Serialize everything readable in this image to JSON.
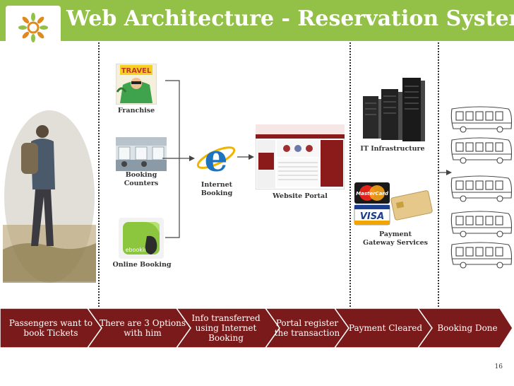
{
  "header": {
    "title": "Web Architecture - Reservation System"
  },
  "labels": {
    "franchise": "Franchise",
    "booking_counters": "Booking\nCounters",
    "online_booking": "Online Booking",
    "internet_booking": "Internet\nBooking",
    "website_portal": "Website Portal",
    "it_infrastructure": "IT Infrastructure",
    "payment_gateway": "Payment\nGateway Services",
    "travel_sign": "TRAVEL",
    "ebooking": "ebooking",
    "mastercard": "MasterCard",
    "visa": "VISA"
  },
  "flow_steps": [
    "Passengers want to book Tickets",
    "There are 3 Options with him",
    "Info transferred using Internet Booking",
    "Portal register the transaction",
    "Payment Cleared",
    "Booking Done"
  ],
  "page_number": "16",
  "colors": {
    "accent": "#93c147",
    "flow": "#7a1a1a",
    "flow_border": "#ffffff"
  }
}
